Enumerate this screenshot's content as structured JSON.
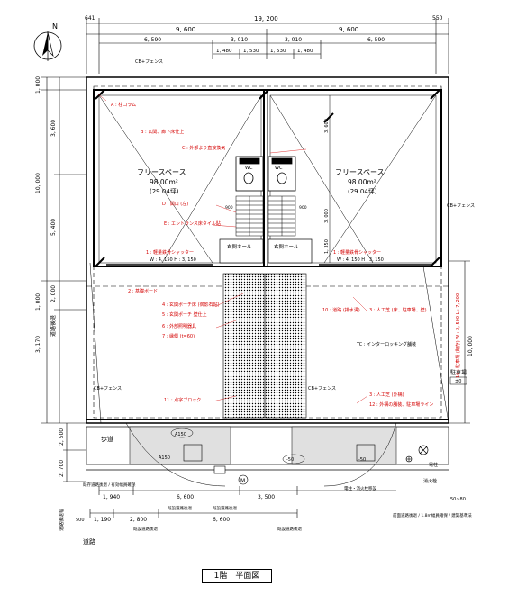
{
  "north": "N",
  "title": "1階　平面図",
  "dims_top": {
    "left_edge": "641",
    "total": "19, 200",
    "right_edge": "550",
    "half_left": "9, 600",
    "half_right": "9, 600",
    "row2": [
      "6, 590",
      "3, 010",
      "3, 010",
      "6, 590"
    ],
    "row3": [
      "1, 480",
      "1, 530",
      "1, 530",
      "1, 480"
    ]
  },
  "dims_left": {
    "top": "1, 000",
    "upper": "3, 600",
    "total": "10, 000",
    "lower": "5, 400",
    "a": "2, 000",
    "b": "1, 000",
    "setback_label": "道路後退",
    "c": "3, 170",
    "sidewalk": "2, 500",
    "road_w": "2, 700"
  },
  "dims_right": {
    "total": "10, 000",
    "inner1": "3, 600",
    "inner2": "3, 000",
    "inner3": "1, 350"
  },
  "dims_bottom": {
    "row1": [
      "1, 940",
      "6, 600",
      "3, 500"
    ],
    "row2": [
      "1, 190",
      "2, 800",
      "6, 600"
    ],
    "row2_labels": [
      "既設道路後退",
      "既設道路後退"
    ],
    "row1_labels": [
      "既設道路後退",
      "既設道路後退"
    ],
    "lot_left": "500"
  },
  "rooms": {
    "left": {
      "name": "フリースペース",
      "area": "98.00m²",
      "tsubo": "(29.04坪)"
    },
    "right": {
      "name": "フリースペース",
      "area": "98.00m²",
      "tsubo": "(29.04坪)"
    },
    "entry_left": "玄関ホール",
    "entry_right": "玄関ホール",
    "wc_left": "WC",
    "wc_right": "WC",
    "stair_left": "900",
    "stair_right": "900"
  },
  "notes_red": {
    "n1": "A : 柱コラム",
    "n2": "B : 玄関、廊下床仕上",
    "n3": "C : 外部より直接換気",
    "n4": "D : 間口 (左)",
    "n5": "E : エントランス床タイル貼",
    "n6": "1 : 軽量鉄骨シャッター",
    "n6b": "W : 4, 150  H : 3, 150",
    "n7": "1 : 軽量鉄骨シャッター",
    "n7b": "W : 4, 150  H : 3, 150",
    "n8": "2 : 基礎ボード",
    "n9": "4 : 玄関ポーチ床 (御影石貼)",
    "n10": "5 : 玄関ポーチ 壁仕上",
    "n11": "6 : 外部照明器具",
    "n12": "7 : 縁側 (t=60)",
    "n13": "10 : 道路 (排水溝)",
    "n14": "11 : 点字ブロック",
    "n15": "3 : 人工芝 (床、駐車場、壁)",
    "n16": "3 : 人工芝 (外構)",
    "n17": "12 : 外構の舗装、駐車場ライン",
    "n18": "16 : 駐車場 (既存) W : 2, 500 L : 7, 200",
    "n19": "TC : インターロッキング舗装"
  },
  "labels": {
    "cb_top": "CB+フェンス",
    "cb_right": "CB+フェンス",
    "cb_left_bot": "CB+フェンス",
    "cb_mid_bot": "CB+フェンス",
    "parking": "駐車場",
    "parking_level": "±0",
    "level_right": "±0",
    "sidewalk": "歩道",
    "road": "道路",
    "lvl_a": "A150",
    "lvl_b": "-50",
    "lvl_c": "-50",
    "lvl_d": "A150",
    "hydrant": "消火栓",
    "pole": "電柱",
    "m_mark": "M",
    "note_left": "既存道路後退 / 有効幅員確保",
    "note_right": "電柱・消火栓移設",
    "note_br": "前面道路後退 / 1.8m幅員確保 / 建築基準法",
    "road_h": "道路後退幅",
    "dim_5080": "50~80"
  }
}
